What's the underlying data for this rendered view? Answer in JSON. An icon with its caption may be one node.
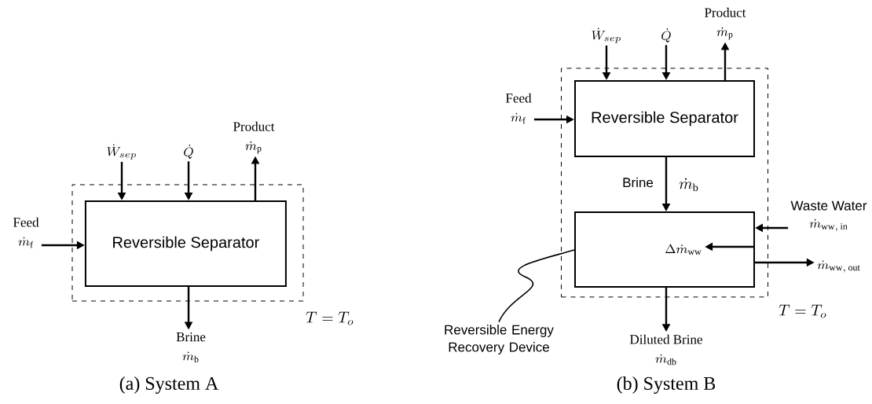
{
  "diagram": {
    "nodes": [
      {
        "text": [],
        "shape": "box",
        "beside": [
          "T = T_o"
        ]
      },
      {
        "text": [
          "Reversible Separator"
        ],
        "in": 0
      },
      {
        "text": [
          "Feed",
          "\\dot{m}_\\mathrm{f}"
        ]
      },
      {
        "text": [
          "\\dot{W}_{sep}"
        ]
      },
      {
        "text": [
          "\\dot{Q}"
        ]
      },
      {
        "text": [
          "Product",
          "\\dot{m}_\\mathrm{p}"
        ]
      },
      {
        "text": [
          "Brine",
          "\\dot{m}_\\mathrm{b}"
        ]
      },
      {
        "text": [],
        "shape": "box",
        "beside": [
          "T = T_o"
        ]
      },
      {
        "text": [
          "Reversible Separator"
        ],
        "in": 7
      },
      {
        "text": [],
        "shape": "box",
        "in": 7
      },
      {
        "text": [
          "\\Delta\\dot{m}_\\mathrm{ww}"
        ],
        "in": 9
      },
      {
        "text": [
          "Feed",
          "\\dot{m}_\\mathrm{f}"
        ]
      },
      {
        "text": [
          "\\dot{W}_{sep}"
        ]
      },
      {
        "text": [
          "\\dot{Q}"
        ]
      },
      {
        "text": [
          "Product",
          "\\dot{m}_\\mathrm{p}"
        ]
      },
      {
        "text": [
          "Waste Water",
          "\\dot{m}_\\mathrm{ww,\\,in}"
        ]
      },
      {
        "text": [
          "\\dot{m}_\\mathrm{ww,\\,out}"
        ]
      },
      {
        "text": [
          "Diluted Brine",
          "\\dot{m}_\\mathrm{db}"
        ]
      },
      {
        "text": [
          "Reversible Energy Recovery Device"
        ]
      }
    ],
    "edges": [
      {
        "from": 2,
        "to": 1,
        "arrow": "to"
      },
      {
        "from": 3,
        "to": 1,
        "arrow": "to"
      },
      {
        "from": 4,
        "to": 1,
        "arrow": "to"
      },
      {
        "from": 1,
        "to": 5,
        "arrow": "to"
      },
      {
        "from": 1,
        "to": 6,
        "arrow": "to"
      },
      {
        "from": 11,
        "to": 8,
        "arrow": "to"
      },
      {
        "from": 12,
        "to": 8,
        "arrow": "to"
      },
      {
        "from": 13,
        "to": 8,
        "arrow": "to"
      },
      {
        "from": 8,
        "to": 14,
        "arrow": "to"
      },
      {
        "from": 8,
        "to": 9,
        "arrow": "to",
        "label": "Brine"
      },
      {
        "from": 15,
        "to": 9,
        "arrow": "to"
      },
      {
        "from": 9,
        "to": 10,
        "arrow": "to"
      },
      {
        "from": 9,
        "to": 16,
        "arrow": "to"
      },
      {
        "from": 9,
        "to": 17,
        "arrow": "to"
      },
      {
        "from": 18,
        "to": 9,
        "arrow": "none"
      }
    ],
    "labels": [
      "(a) System A",
      "\\dot{m}_\\mathrm{b}",
      "(b) System B"
    ]
  }
}
